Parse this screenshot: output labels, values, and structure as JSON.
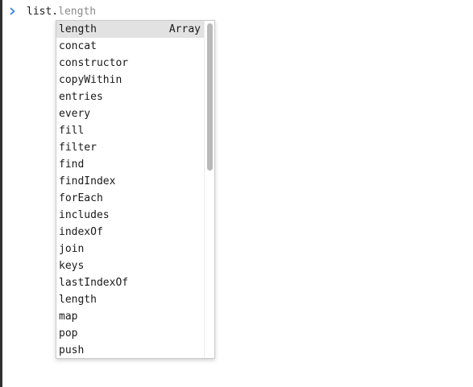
{
  "console": {
    "prompt_icon": "chevron-right-icon",
    "prompt_color": "#3a7fd6",
    "typed": "list.",
    "suggestion": "length"
  },
  "autocomplete": {
    "selected_index": 0,
    "scroll_fraction": 0.44,
    "items": [
      {
        "label": "length",
        "type": "Array"
      },
      {
        "label": "concat",
        "type": ""
      },
      {
        "label": "constructor",
        "type": ""
      },
      {
        "label": "copyWithin",
        "type": ""
      },
      {
        "label": "entries",
        "type": ""
      },
      {
        "label": "every",
        "type": ""
      },
      {
        "label": "fill",
        "type": ""
      },
      {
        "label": "filter",
        "type": ""
      },
      {
        "label": "find",
        "type": ""
      },
      {
        "label": "findIndex",
        "type": ""
      },
      {
        "label": "forEach",
        "type": ""
      },
      {
        "label": "includes",
        "type": ""
      },
      {
        "label": "indexOf",
        "type": ""
      },
      {
        "label": "join",
        "type": ""
      },
      {
        "label": "keys",
        "type": ""
      },
      {
        "label": "lastIndexOf",
        "type": ""
      },
      {
        "label": "length",
        "type": ""
      },
      {
        "label": "map",
        "type": ""
      },
      {
        "label": "pop",
        "type": ""
      },
      {
        "label": "push",
        "type": ""
      }
    ]
  }
}
